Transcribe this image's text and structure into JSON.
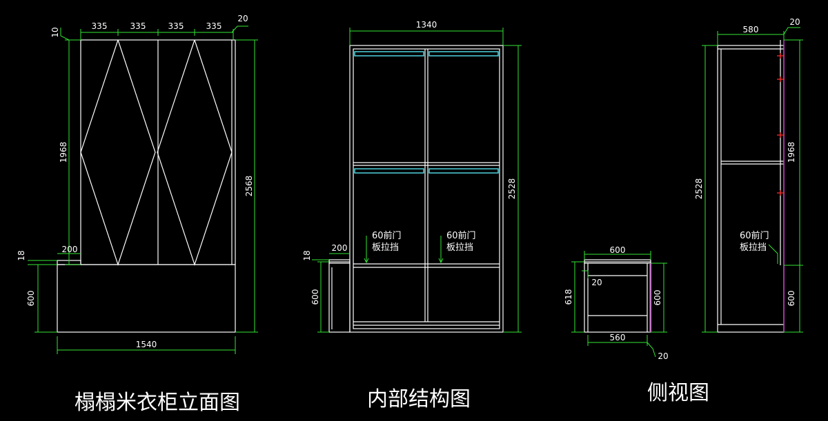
{
  "elevation": {
    "title": "榻榻米衣柜立面图",
    "dims": {
      "door_widths": [
        "335",
        "335",
        "335",
        "335"
      ],
      "side_thickness": "20",
      "top_gap": "10",
      "door_height": "1968",
      "total_height": "2568",
      "plinth_step": "18",
      "step_width": "200",
      "base_height": "600",
      "total_width": "1540"
    }
  },
  "interior": {
    "title": "内部结构图",
    "dims": {
      "width": "1340",
      "height": "2528",
      "step_width": "200",
      "plinth_step": "18",
      "base_height": "600"
    },
    "notes": {
      "left_line1": "60前门",
      "left_line2": "板拉挡",
      "right_line1": "60前门",
      "right_line2": "板拉挡"
    }
  },
  "side": {
    "title": "侧视图",
    "dims": {
      "depth": "580",
      "panel": "20",
      "height": "2528",
      "upper_height": "1968",
      "base_height": "600",
      "note_line1": "60前门",
      "note_line2": "板拉挡",
      "small_width": "600",
      "small_height": "618",
      "small_panel": "20",
      "small_right_height": "600",
      "small_inner_width": "560",
      "small_bottom_panel": "20"
    }
  }
}
